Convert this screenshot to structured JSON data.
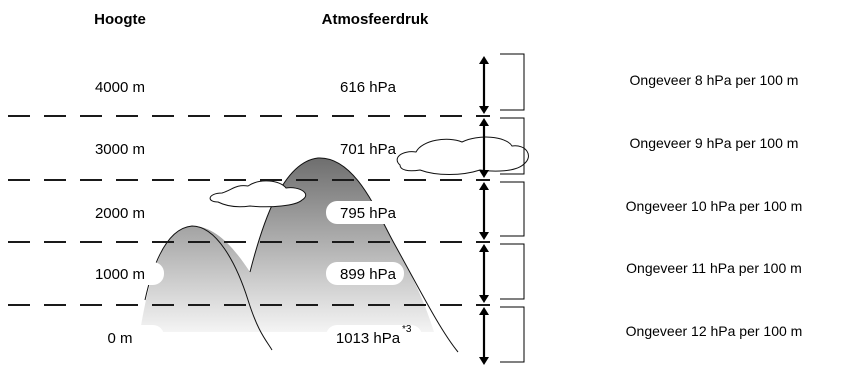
{
  "headers": {
    "altitude": "Hoogte",
    "pressure": "Atmosfeerdruk"
  },
  "levels": [
    {
      "altitude": "4000 m",
      "pressure": "616 hPa",
      "rate": "Ongeveer 8 hPa per 100 m"
    },
    {
      "altitude": "3000 m",
      "pressure": "701 hPa",
      "rate": "Ongeveer 9 hPa per 100 m"
    },
    {
      "altitude": "2000 m",
      "pressure": "795 hPa",
      "rate": "Ongeveer 10 hPa per 100 m"
    },
    {
      "altitude": "1000 m",
      "pressure": "899 hPa",
      "rate": "Ongeveer 11 hPa per 100 m"
    },
    {
      "altitude": "0 m",
      "pressure": "1013 hPa",
      "rate": "Ongeveer 12 hPa per 100 m"
    }
  ],
  "footnote_mark": "*3",
  "colors": {
    "mountain_top": "#6e6e6e",
    "mountain_bottom": "#f2f2f2",
    "line": "#1a1a1a"
  }
}
